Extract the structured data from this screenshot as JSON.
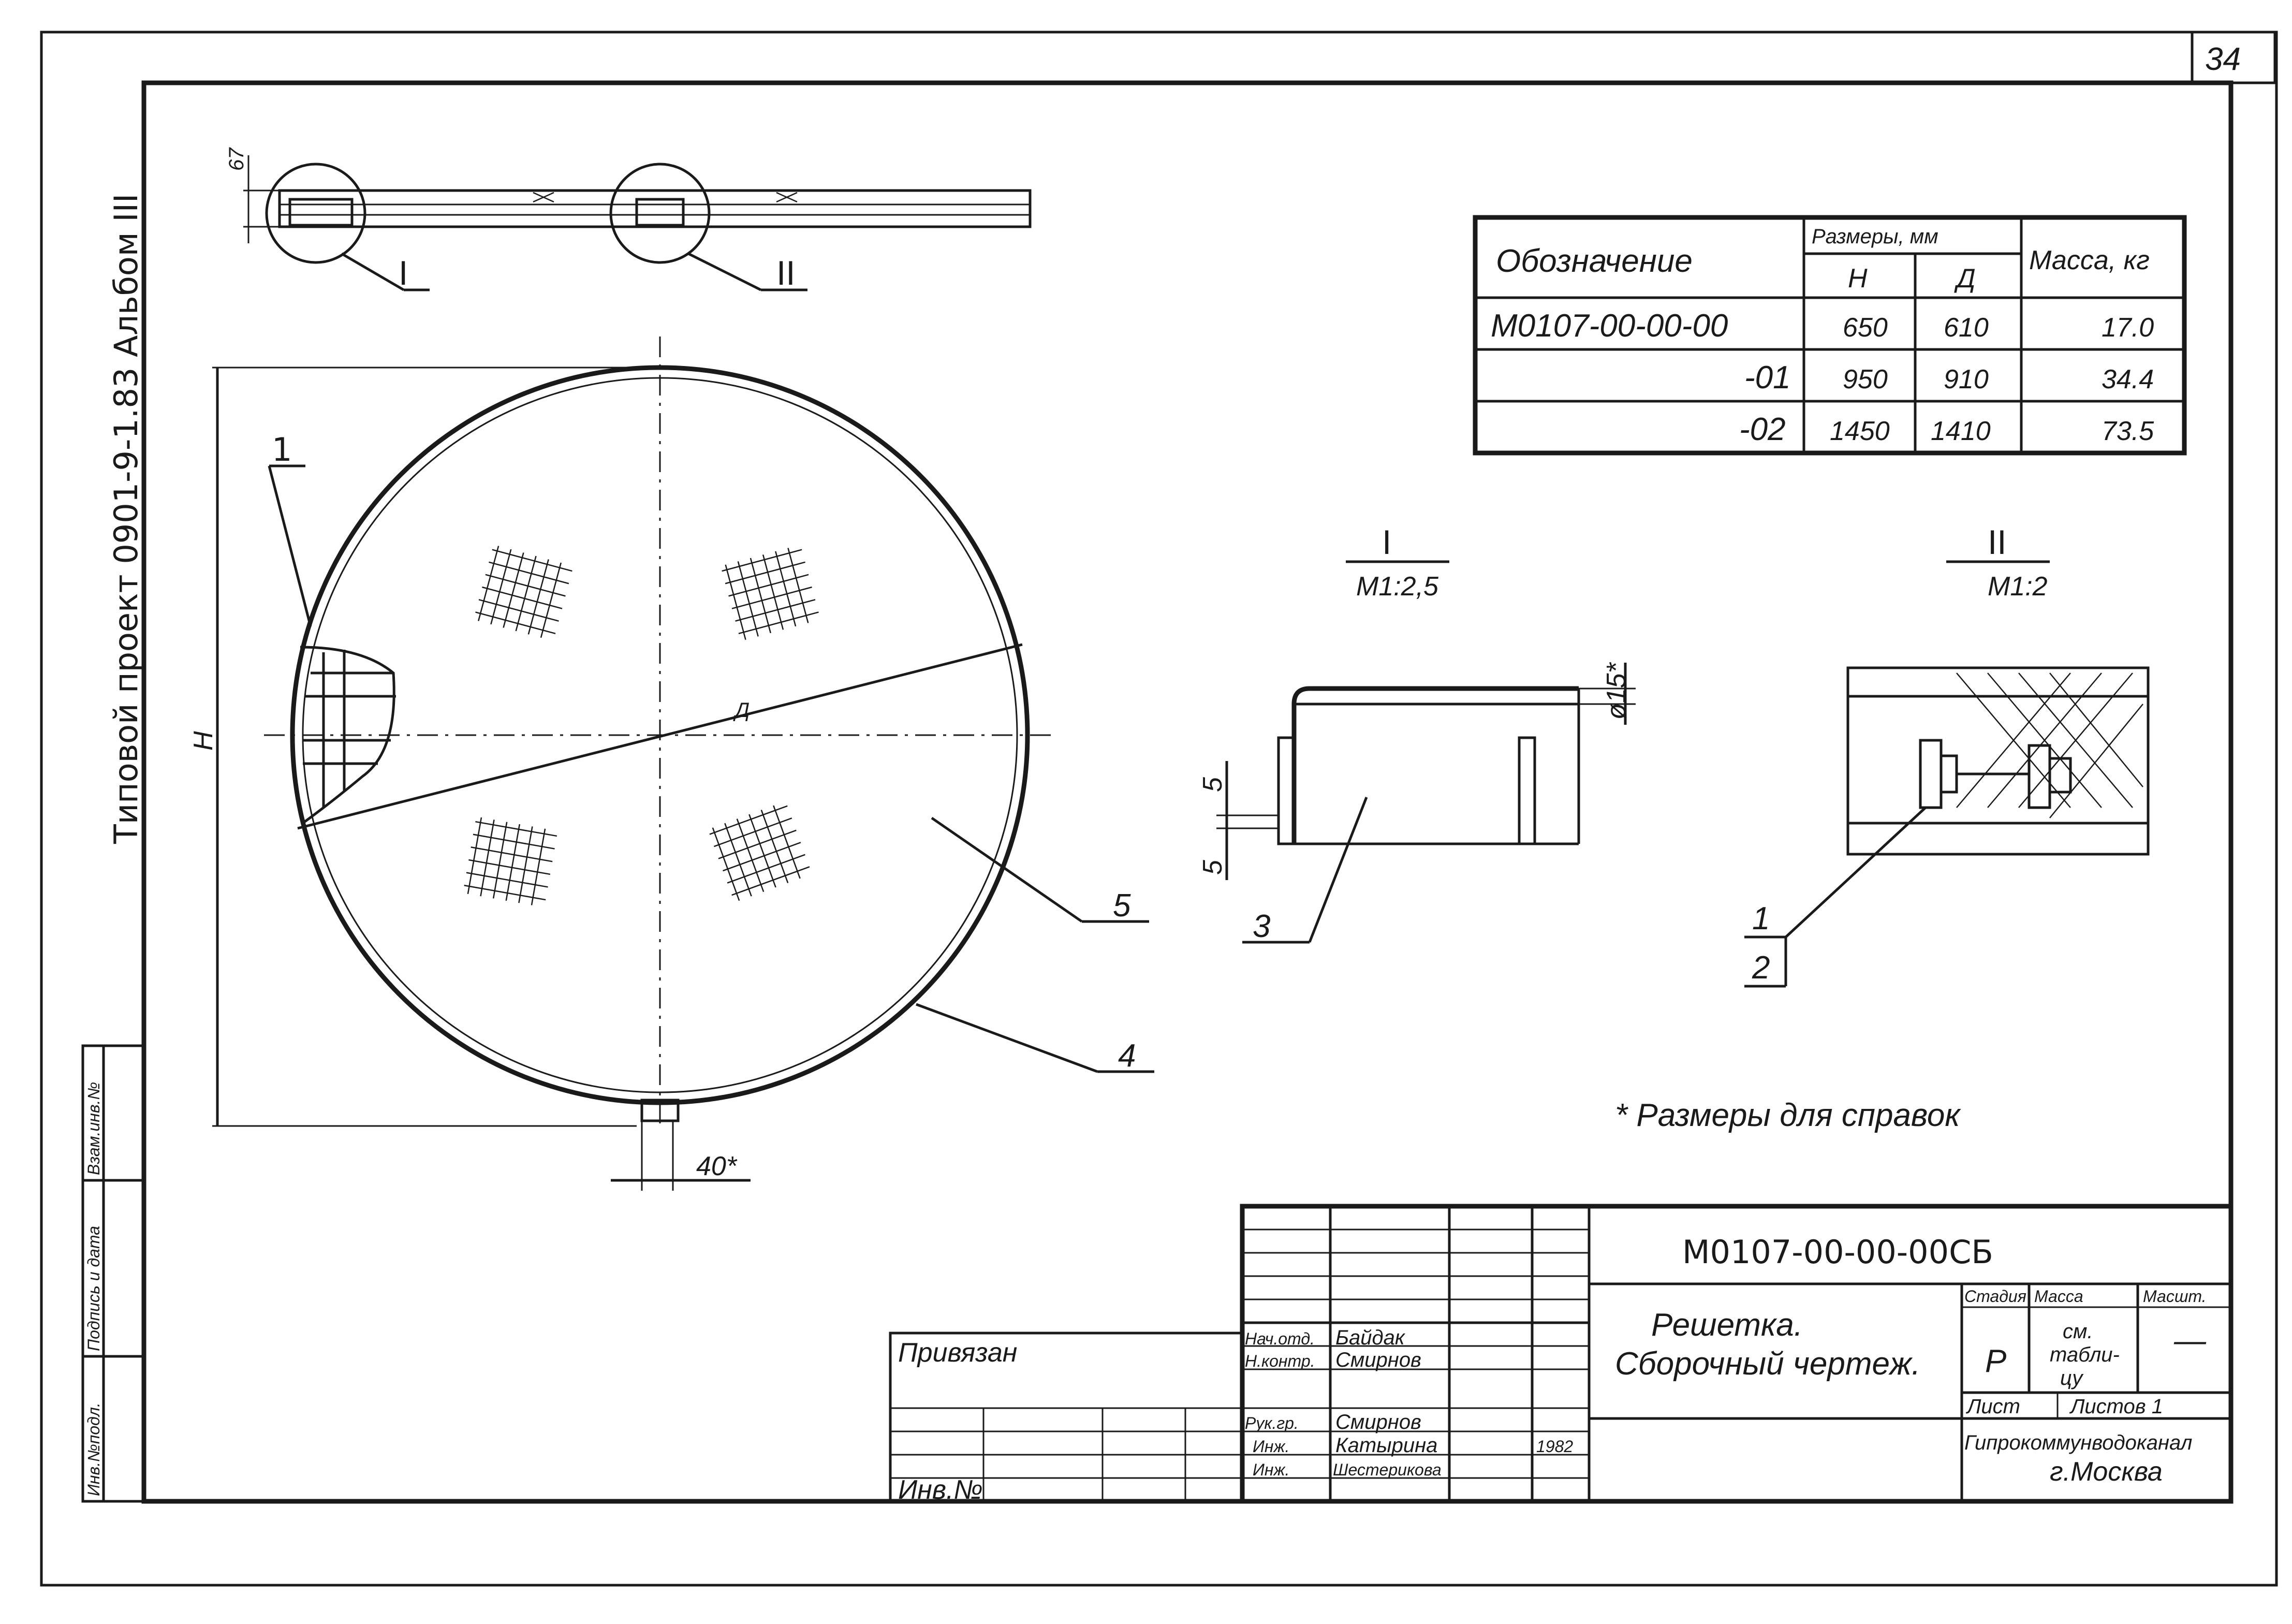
{
  "sheet": {
    "number": "34"
  },
  "side_label": "Типовой проект 0901-9-1.83 Альбом III",
  "top_view": {
    "dim_thickness": "67",
    "callout_1": "I",
    "callout_2": "II"
  },
  "main_view": {
    "dim_height": "H",
    "dim_diameter": "Д",
    "dim_slot": "40*",
    "section_mark": "1",
    "leader_5": "5",
    "leader_4": "4"
  },
  "spec_table": {
    "col_designation": "Обозначение",
    "col_dims_group": "Размеры, мм",
    "col_h": "Н",
    "col_d": "Д",
    "col_mass": "Масса, кг",
    "rows": [
      {
        "designation": "М0107-00-00-00",
        "h": "650",
        "d": "610",
        "mass": "17.0"
      },
      {
        "designation": "-01",
        "h": "950",
        "d": "910",
        "mass": "34.4"
      },
      {
        "designation": "-02",
        "h": "1450",
        "d": "1410",
        "mass": "73.5"
      }
    ]
  },
  "detail_1": {
    "title": "I",
    "scale": "М1:2,5",
    "dim_dia": "ø15*",
    "dim_a": "5",
    "dim_b": "5",
    "leader": "3"
  },
  "detail_2": {
    "title": "II",
    "scale": "М1:2",
    "leader_top": "1",
    "leader_bottom": "2"
  },
  "note": "* Размеры для справок",
  "title_block": {
    "doc_code": "М0107-00-00-00СБ",
    "name_line1": "Решетка.",
    "name_line2": "Сборочный чертеж.",
    "col_stage": "Стадия",
    "col_mass": "Масса",
    "col_scale": "Масшт.",
    "stage": "Р",
    "mass_1": "см.",
    "mass_2": "табли-",
    "mass_3": "цу",
    "scale": "—",
    "sheet": "Лист",
    "sheets": "Листов 1",
    "org_1": "Гипрокоммунводоканал",
    "org_2": "г.Москва",
    "bound": "Привязан",
    "inv": "Инв.№",
    "year": "1982",
    "roles": [
      {
        "role": "Нач.отд.",
        "name": "Байдак"
      },
      {
        "role": "Н.контр.",
        "name": "Смирнов"
      },
      {
        "role": "Рук.гр.",
        "name": "Смирнов"
      },
      {
        "role": "Инж.",
        "name": "Катырина"
      },
      {
        "role": "Инж.",
        "name": "Шестерикова"
      }
    ]
  },
  "left_strip": [
    "Инв.№подл.",
    "Подпись и дата",
    "Взам.инв.№"
  ]
}
